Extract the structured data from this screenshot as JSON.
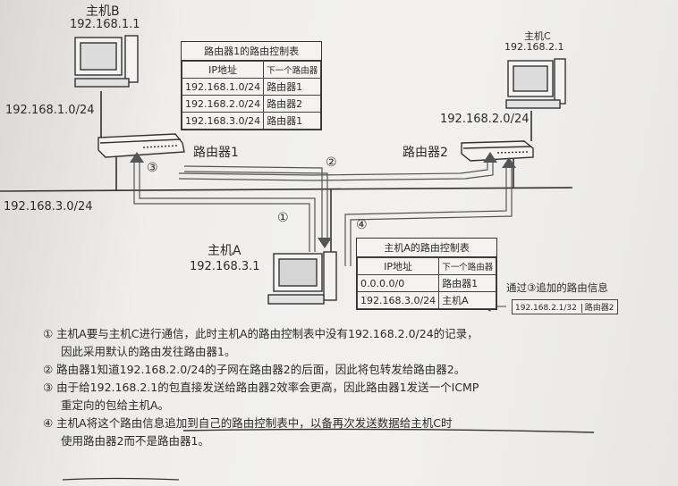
{
  "hosts": {
    "b": {
      "name": "主机B",
      "ip": "192.168.1.1"
    },
    "c": {
      "name": "主机C",
      "ip": "192.168.2.1"
    },
    "a": {
      "name": "主机A",
      "ip": "192.168.3.1"
    }
  },
  "networks": {
    "net1": "192.168.1.0/24",
    "net2": "192.168.2.0/24",
    "net3": "192.168.3.0/24"
  },
  "routers": {
    "r1": "路由器1",
    "r2": "路由器2"
  },
  "steps": {
    "s1": "①",
    "s2": "②",
    "s3": "③",
    "s4": "④"
  },
  "router1_table": {
    "title": "路由器1的路由控制表",
    "headers": [
      "IP地址",
      "下一个路由器"
    ],
    "rows": [
      [
        "192.168.1.0/24",
        "路由器1"
      ],
      [
        "192.168.2.0/24",
        "路由器2"
      ],
      [
        "192.168.3.0/24",
        "路由器1"
      ]
    ]
  },
  "hosta_table": {
    "title": "主机A的路由控制表",
    "headers": [
      "IP地址",
      "下一个路由器"
    ],
    "rows": [
      [
        "0.0.0.0/0",
        "路由器1"
      ],
      [
        "192.168.3.0/24",
        "主机A"
      ]
    ]
  },
  "added_route": {
    "label": "通过③追加的路由信息",
    "ip": "192.168.2.1/32",
    "next": "路由器2"
  },
  "notes": {
    "n1a": "① 主机A要与主机C进行通信，此时主机A的路由控制表中没有192.168.2.0/24的记录，",
    "n1b": "因此采用默认的路由发往路由器1。",
    "n2": "② 路由器1知道192.168.2.0/24的子网在路由器2的后面，因此将包转发给路由器2。",
    "n3a": "③ 由于给192.168.2.1的包直接发送给路由器2效率会更高，因此路由器1发送一个ICMP",
    "n3b": "重定向的包给主机A。",
    "n4a": "④ 主机A将这个路由信息追加到自己的路由控制表中，以备再次发送数据给主机C时",
    "n4b": "使用路由器2而不是路由器1。"
  },
  "colors": {
    "ink": "#2b2b2b",
    "paper": "#efeeec"
  }
}
